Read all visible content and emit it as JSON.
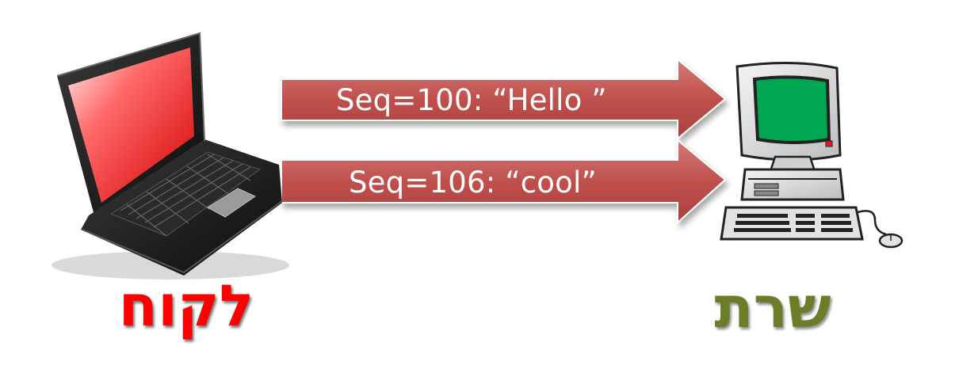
{
  "diagram": {
    "messages": [
      {
        "label": "Seq=100: “Hello ”"
      },
      {
        "label": "Seq=106: “cool”"
      }
    ],
    "client": {
      "label": "לקוח",
      "color": "#ff0000"
    },
    "server": {
      "label": "שרת",
      "color": "#6a7d29"
    },
    "arrow_color": "#c0504d",
    "icons": {
      "client": "laptop-icon",
      "server": "desktop-computer-icon"
    }
  }
}
